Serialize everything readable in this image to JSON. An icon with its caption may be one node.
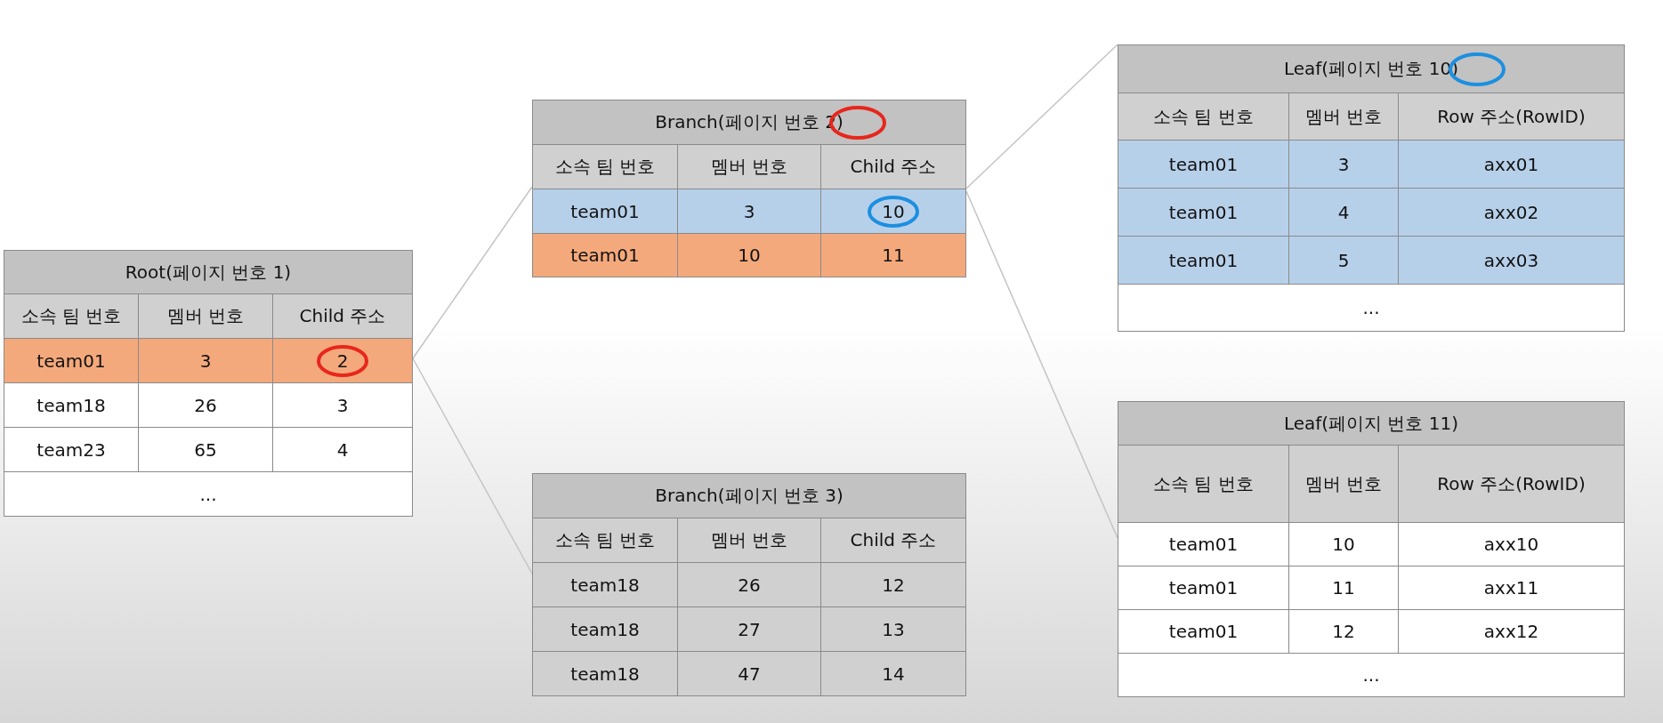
{
  "diagram": {
    "nodes": [
      {
        "text": [
          "Root(페이지 번호 1)",
          "소속 팀 번호",
          "멤버 번호",
          "Child 주소",
          "team01",
          "3",
          "2",
          "team18",
          "26",
          "3",
          "team23",
          "65",
          "4",
          "..."
        ]
      },
      {
        "text": [
          "Branch(페이지 번호 2)",
          "소속 팀 번호",
          "멤버 번호",
          "Child 주소",
          "team01",
          "3",
          "10",
          "team01",
          "10",
          "11"
        ]
      },
      {
        "text": [
          "Branch(페이지 번호 3)",
          "소속 팀 번호",
          "멤버 번호",
          "Child 주소",
          "team18",
          "26",
          "12",
          "team18",
          "27",
          "13",
          "team18",
          "47",
          "14"
        ]
      },
      {
        "text": [
          "Leaf(페이지 번호 10)",
          "소속 팀 번호",
          "멤버 번호",
          "Row 주소(RowID)",
          "team01",
          "3",
          "axx01",
          "team01",
          "4",
          "axx02",
          "team01",
          "5",
          "axx03",
          "..."
        ]
      },
      {
        "text": [
          "Leaf(페이지 번호 11)",
          "소속 팀 번호",
          "멤버 번호",
          "Row 주소(RowID)",
          "team01",
          "10",
          "axx10",
          "team01",
          "11",
          "axx11",
          "team01",
          "12",
          "axx12",
          "..."
        ]
      }
    ],
    "edges": [
      {
        "from": 0,
        "to": 1,
        "arrow": "none"
      },
      {
        "from": 0,
        "to": 2,
        "arrow": "none"
      },
      {
        "from": 1,
        "to": 3,
        "arrow": "none"
      },
      {
        "from": 1,
        "to": 4,
        "arrow": "none"
      }
    ]
  }
}
